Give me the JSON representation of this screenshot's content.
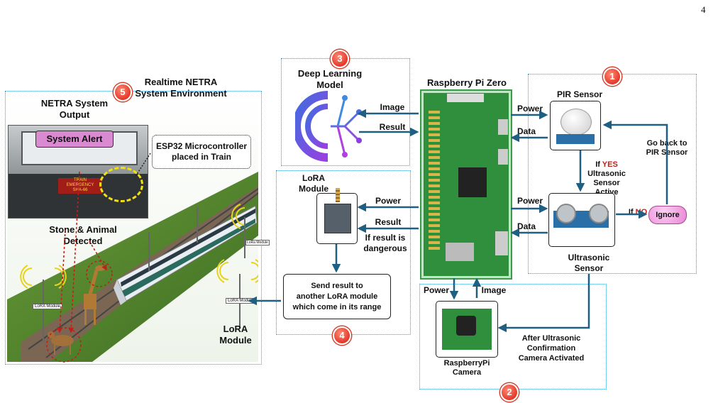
{
  "page_number": "4",
  "badges": {
    "b1": "1",
    "b2": "2",
    "b3": "3",
    "b4": "4",
    "b5": "5"
  },
  "environment": {
    "title_line1": "Realtime NETRA",
    "title_line2": "System Environment",
    "output_line1": "NETRA System",
    "output_line2": "Output",
    "system_alert": "System Alert",
    "screen_text_1": "TRAIN",
    "screen_text_2": "EMERGENCY",
    "screen_text_3": "SHA-66",
    "esp32_line1": "ESP32 Microcontroller",
    "esp32_line2": "placed  in  Train",
    "stone_line1": "Stone & Animal",
    "stone_line2": "Detected",
    "lora_small_1": "LoRA Module",
    "lora_small_2": "LoRa Module",
    "lora_small_3": "LoRA Module",
    "lora_line1": "LoRA",
    "lora_line2": "Module"
  },
  "deep_learning": {
    "line1": "Deep Learning",
    "line2": "Model"
  },
  "pi_zero": {
    "title": "Raspberry Pi Zero"
  },
  "arrows": {
    "image_top": "Image",
    "result": "Result",
    "power_pir": "Power",
    "data_pir": "Data",
    "power_ultra": "Power",
    "data_ultra": "Data",
    "power_lora": "Power",
    "result_lora": "Result",
    "if_dangerous_1": "If result is",
    "if_dangerous_2": "dangerous",
    "power_cam": "Power",
    "image_cam": "Image"
  },
  "lora_section": {
    "title_line1": "LoRA",
    "title_line2": "Module",
    "send_line1": "Send result to",
    "send_line2": "another LoRA module",
    "send_line3": "which come in its range"
  },
  "sensors": {
    "pir": "PIR Sensor",
    "if_word": "If",
    "yes": "YES",
    "ultra_active_1": "Ultrasonic Sensor",
    "ultra_active_2": "Active",
    "go_back_1": "Go back to",
    "go_back_2": "PIR Sensor",
    "if_no_if": "If",
    "no": "NO",
    "ignore": "Ignore",
    "ultrasonic_1": "Ultrasonic",
    "ultrasonic_2": "Sensor"
  },
  "camera": {
    "label_1": "RaspberryPi",
    "label_2": "Camera",
    "after_1": "After Ultrasonic",
    "after_2": "Confirmation",
    "after_3": "Camera Activated"
  },
  "colors": {
    "arrow": "#1f5f82",
    "region_border": "#3b9ad6",
    "badge": "#e4382a",
    "alert_box": "#d98ad0",
    "ignore_pill": "#e985d6",
    "pcb_green": "#2f8f3c",
    "yes_red": "#c0201a",
    "no_red": "#c0201a"
  }
}
